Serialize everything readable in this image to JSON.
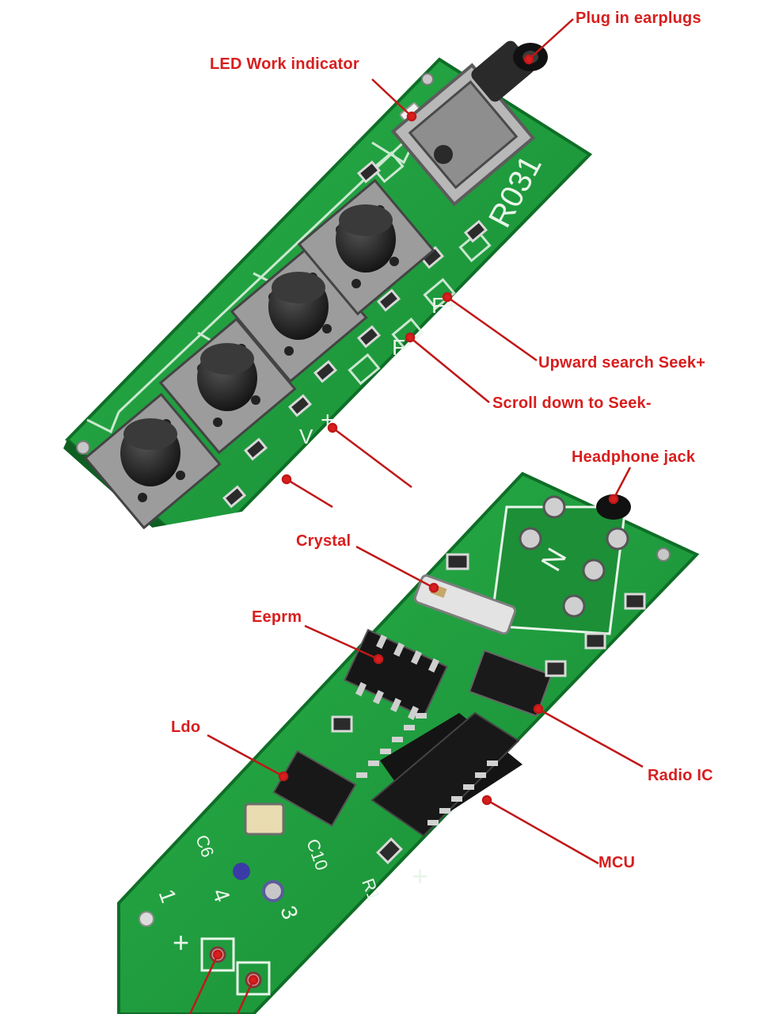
{
  "board_top": {
    "silkscreen": "R031"
  },
  "board_bottom": {
    "pads": [
      "1",
      "4",
      "3",
      "+",
      "+"
    ]
  },
  "callouts": [
    {
      "id": "plug",
      "text": "Plug in earplugs"
    },
    {
      "id": "led",
      "text": "LED Work indicator"
    },
    {
      "id": "seek_up",
      "text": "Upward search Seek+"
    },
    {
      "id": "seek_down",
      "text": "Scroll down to Seek-"
    },
    {
      "id": "headphone",
      "text": "Headphone jack"
    },
    {
      "id": "crystal",
      "text": "Crystal"
    },
    {
      "id": "eeprom",
      "text": "Eeprm"
    },
    {
      "id": "ldo",
      "text": "Ldo"
    },
    {
      "id": "radio",
      "text": "Radio IC"
    },
    {
      "id": "mcu",
      "text": "MCU"
    }
  ],
  "colors": {
    "callout": "#d81e1e",
    "pcb": "#1f9a3c",
    "pcb_dark": "#137a2c",
    "silk": "#eaf5ea"
  }
}
